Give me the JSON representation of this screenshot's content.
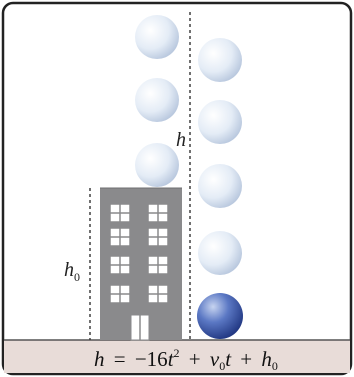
{
  "labels": {
    "h": "h",
    "h0_base": "h",
    "h0_sub": "0"
  },
  "equation": {
    "lhs": "h",
    "eq": "=",
    "c1": "−16",
    "t1": "t",
    "exp": "2",
    "plus1": "+",
    "v": "v",
    "v_sub": "0",
    "t2": "t",
    "plus2": "+",
    "h": "h",
    "h_sub": "0"
  },
  "colors": {
    "ball_light": "#e4ecf6",
    "ball_dark": "#3e5fae",
    "building": "#8a8a8c",
    "ground": "#e8dcd8",
    "border": "#222222"
  }
}
